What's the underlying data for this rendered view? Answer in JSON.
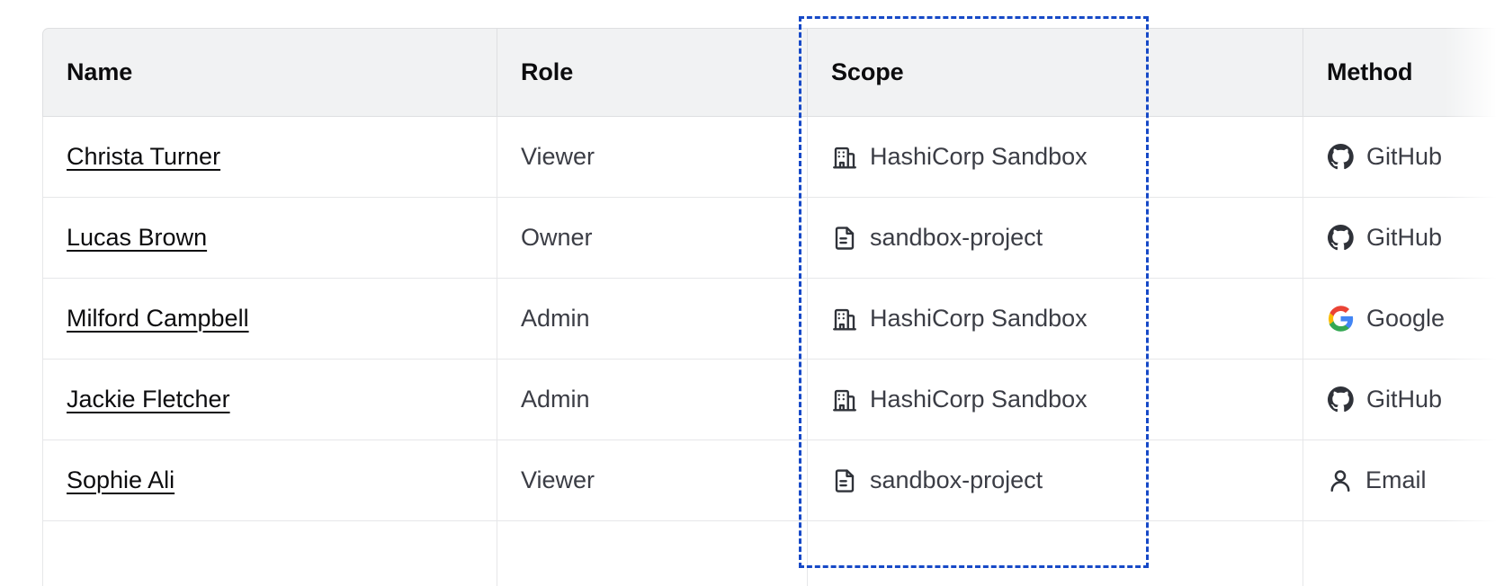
{
  "table": {
    "columns": [
      {
        "key": "name",
        "label": "Name"
      },
      {
        "key": "role",
        "label": "Role"
      },
      {
        "key": "scope",
        "label": "Scope"
      },
      {
        "key": "method",
        "label": "Method"
      }
    ],
    "rows": [
      {
        "name": "Christa Turner",
        "role": "Viewer",
        "scope": "HashiCorp Sandbox",
        "scope_icon": "organization-icon",
        "method": "GitHub",
        "method_icon": "github-icon"
      },
      {
        "name": "Lucas Brown",
        "role": "Owner",
        "scope": "sandbox-project",
        "scope_icon": "project-icon",
        "method": "GitHub",
        "method_icon": "github-icon"
      },
      {
        "name": "Milford Campbell",
        "role": "Admin",
        "scope": "HashiCorp Sandbox",
        "scope_icon": "organization-icon",
        "method": "Google",
        "method_icon": "google-icon"
      },
      {
        "name": "Jackie Fletcher",
        "role": "Admin",
        "scope": "HashiCorp Sandbox",
        "scope_icon": "organization-icon",
        "method": "GitHub",
        "method_icon": "github-icon"
      },
      {
        "name": "Sophie Ali",
        "role": "Viewer",
        "scope": "sandbox-project",
        "scope_icon": "project-icon",
        "method": "Email",
        "method_icon": "user-icon"
      }
    ]
  },
  "selection": {
    "name": "scope-column-highlight",
    "color": "#1649c7",
    "style": "dashed"
  },
  "colors": {
    "header_background": "#f1f2f3",
    "header_text": "#0c0c0e",
    "body_text": "#3b3d45",
    "border": "#e6e7e9",
    "link_text": "#0c0c0e",
    "github": "#2f3239",
    "google_blue": "#4285f4",
    "google_red": "#ea4335",
    "google_yellow": "#fbbc05",
    "google_green": "#34a853"
  }
}
